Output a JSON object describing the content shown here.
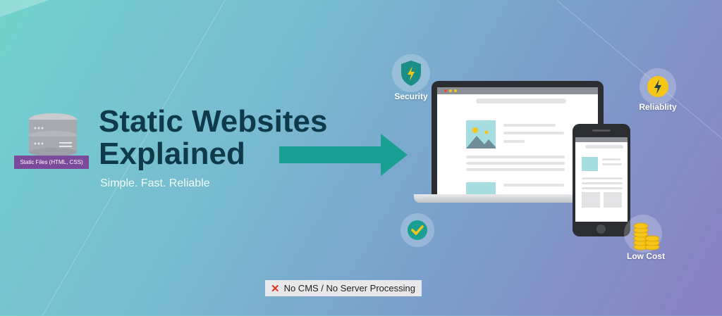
{
  "hero": {
    "title_line1": "Static Websites",
    "title_line2": "Explained",
    "subtitle": "Simple. Fast. Reliable"
  },
  "server": {
    "label": "Static Files (HTML, CSS)",
    "icon": "database-icon"
  },
  "features": [
    {
      "label": "Security",
      "icon": "shield-bolt-icon"
    },
    {
      "label": "Reliablity",
      "icon": "bolt-icon"
    },
    {
      "label": "Low Cost",
      "icon": "coins-icon"
    },
    {
      "label": "",
      "icon": "check-icon"
    }
  ],
  "badge": {
    "text": "No CMS / No Server Processing",
    "icon": "x-icon"
  },
  "colors": {
    "accent": "#1a9f93",
    "title": "#0e3a4a",
    "label_bg": "#7b4a9a",
    "warning": "#f5c518"
  }
}
